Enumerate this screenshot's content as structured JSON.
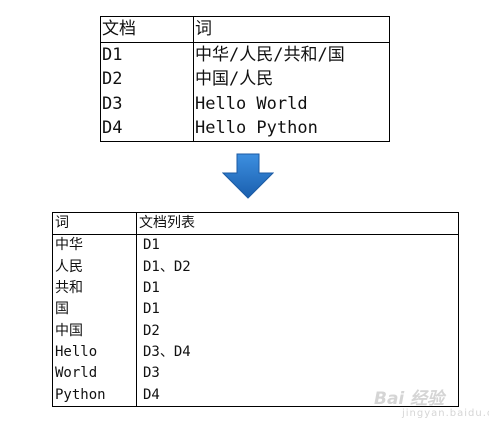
{
  "doc_table": {
    "headers": [
      "文档",
      "词"
    ],
    "rows": [
      {
        "doc": "D1",
        "words": "中华/人民/共和/国"
      },
      {
        "doc": "D2",
        "words": "中国/人民"
      },
      {
        "doc": "D3",
        "words": "Hello World"
      },
      {
        "doc": "D4",
        "words": "Hello Python"
      }
    ]
  },
  "arrow": {
    "icon": "down-arrow-icon",
    "color": "#1f6fc5"
  },
  "index_table": {
    "headers": [
      "词",
      "文档列表"
    ],
    "rows": [
      {
        "word": "中华",
        "docs": "D1"
      },
      {
        "word": "人民",
        "docs": "D1、D2"
      },
      {
        "word": "共和",
        "docs": "D1"
      },
      {
        "word": "国",
        "docs": "D1"
      },
      {
        "word": "中国",
        "docs": "D2"
      },
      {
        "word": "Hello",
        "docs": "D3、D4"
      },
      {
        "word": "World",
        "docs": "D3"
      },
      {
        "word": "Python",
        "docs": "D4"
      }
    ]
  },
  "watermark": {
    "brand": "Bai 经验",
    "url": "jingyan.baidu.com"
  }
}
